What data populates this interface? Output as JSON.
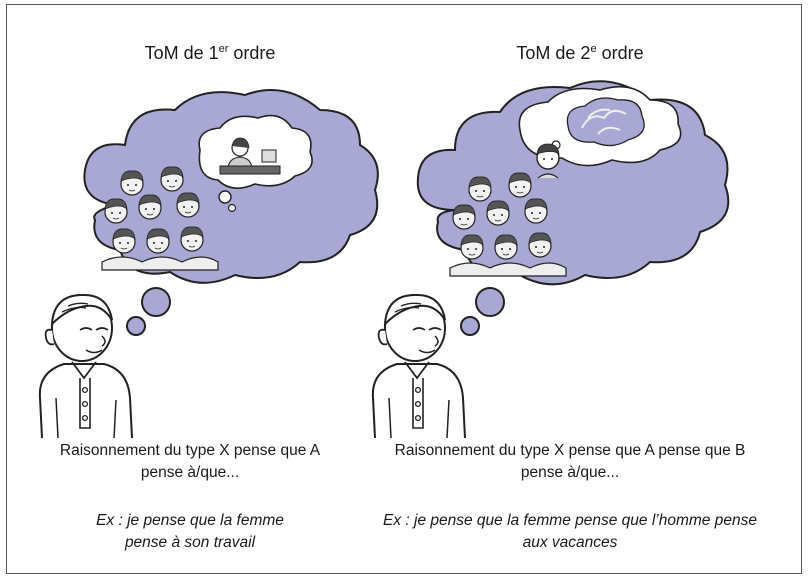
{
  "panels": [
    {
      "title_main": "ToM de 1",
      "title_sup": "er",
      "title_tail": " ordre",
      "caption_line1": "Raisonnement du type X pense que A",
      "caption_line2": "pense à/que...",
      "example_line1": "Ex : je pense que la femme",
      "example_line2": "pense à son travail"
    },
    {
      "title_main": "ToM de 2",
      "title_sup": "e",
      "title_tail": " ordre",
      "caption_line1": "Raisonnement du type X pense que A pense que B",
      "caption_line2": "pense à/que...",
      "example_line1": "Ex : je pense que la femme pense que l’homme pense",
      "example_line2": "aux vacances"
    }
  ],
  "colors": {
    "cloud_fill": "#a9a8d4",
    "inner_fill": "#ffffff",
    "stroke": "#222222"
  }
}
